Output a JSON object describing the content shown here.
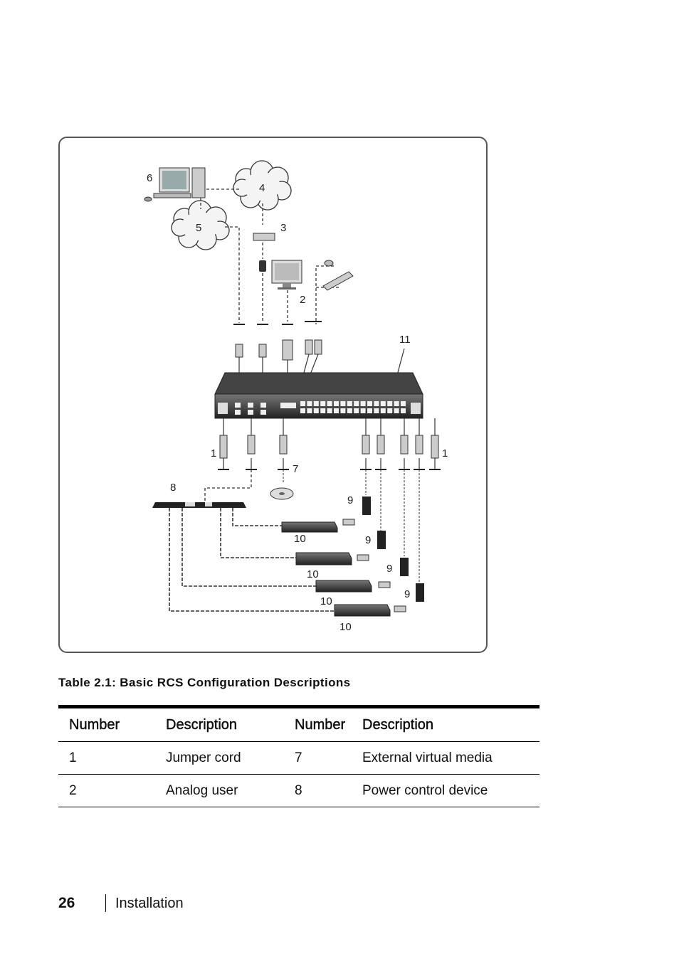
{
  "figure": {
    "callouts": [
      "1",
      "2",
      "3",
      "4",
      "5",
      "6",
      "7",
      "8",
      "9",
      "10",
      "11"
    ]
  },
  "table": {
    "caption": "Table 2.1: Basic RCS Configuration Descriptions",
    "headers": [
      "Number",
      "Description",
      "Number",
      "Description"
    ],
    "rows": [
      [
        "1",
        "Jumper cord",
        "7",
        "External virtual media"
      ],
      [
        "2",
        "Analog user",
        "8",
        "Power control device"
      ]
    ]
  },
  "footer": {
    "page_number": "26",
    "section": "Installation"
  }
}
